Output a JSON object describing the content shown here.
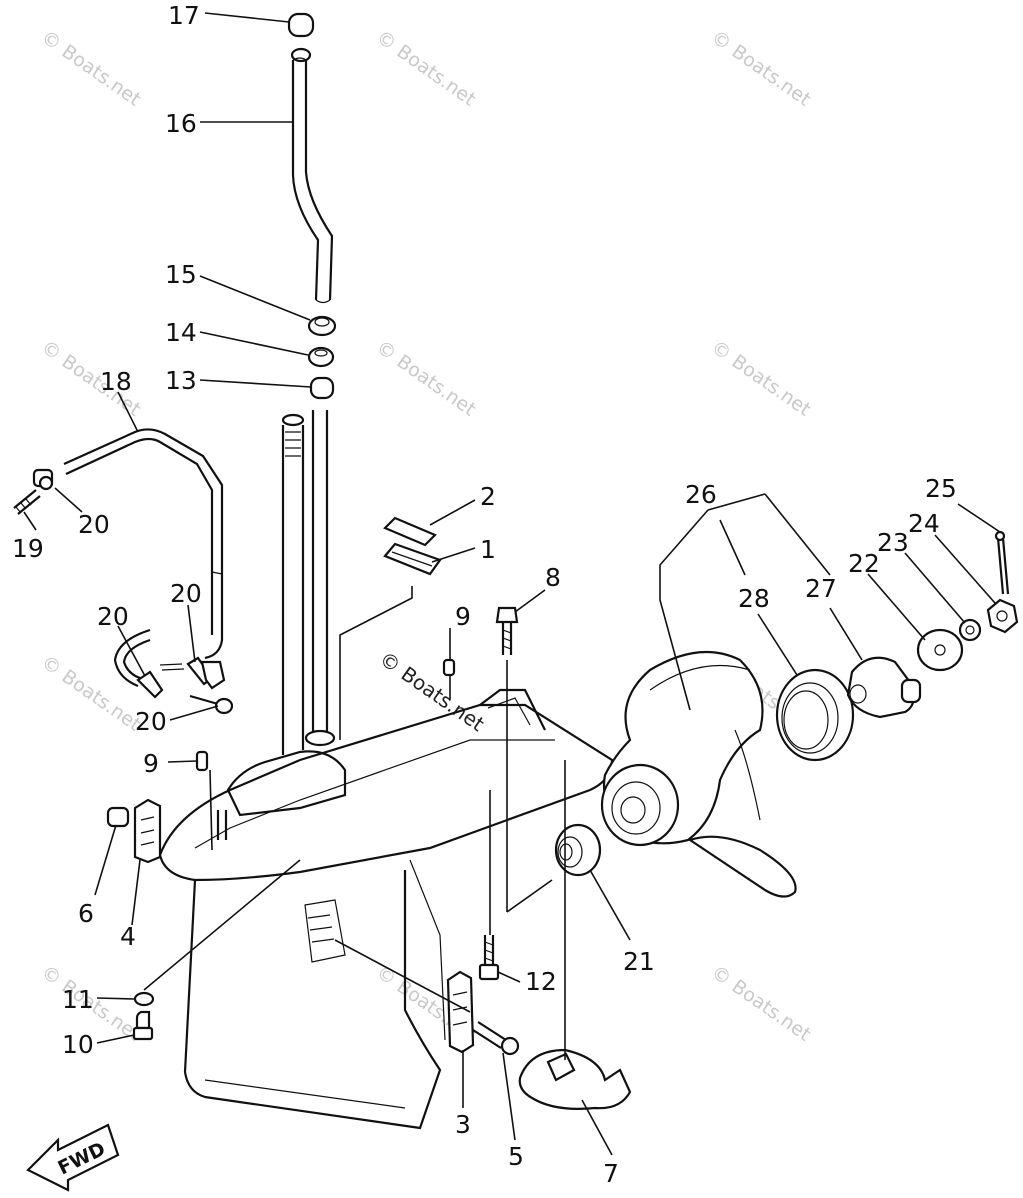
{
  "watermark": "© Boats.net",
  "fwd_label": "FWD",
  "labels": {
    "p1": "1",
    "p2": "2",
    "p3": "3",
    "p4": "4",
    "p5": "5",
    "p6": "6",
    "p7": "7",
    "p8": "8",
    "p9a": "9",
    "p9b": "9",
    "p10": "10",
    "p11": "11",
    "p12": "12",
    "p13": "13",
    "p14": "14",
    "p15": "15",
    "p16": "16",
    "p17": "17",
    "p18": "18",
    "p19": "19",
    "p20a": "20",
    "p20b": "20",
    "p20c": "20",
    "p20d": "20",
    "p21": "21",
    "p22": "22",
    "p23": "23",
    "p24": "24",
    "p25": "25",
    "p26": "26",
    "p27": "27",
    "p28": "28"
  }
}
